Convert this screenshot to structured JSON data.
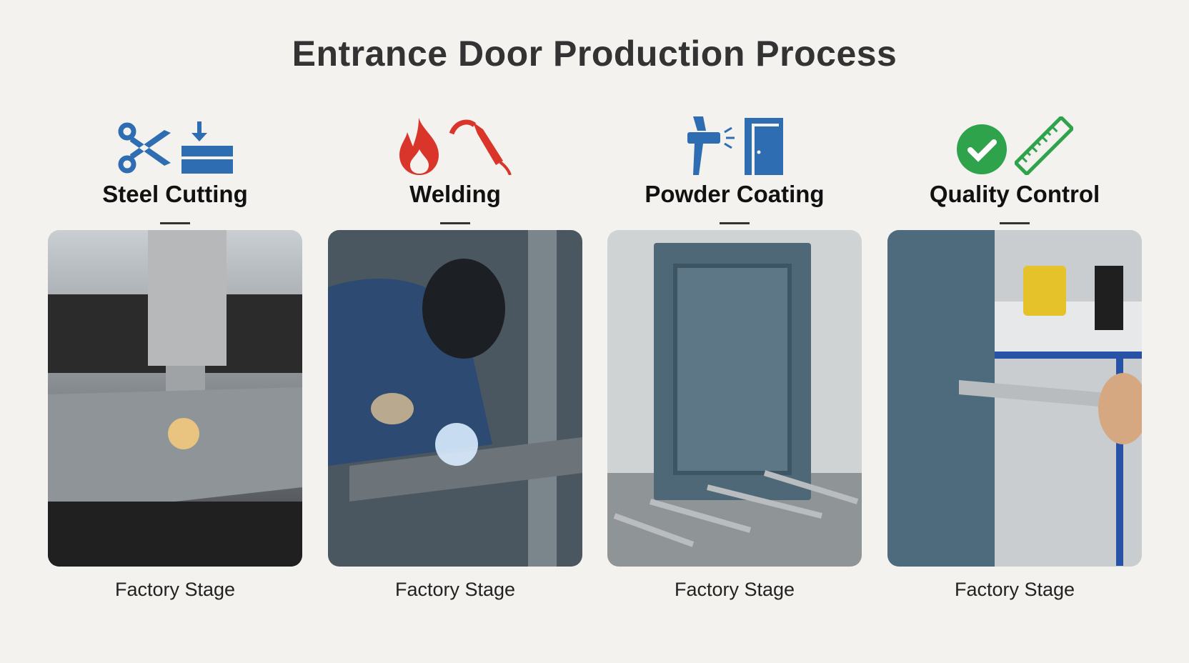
{
  "title": "Entrance Door Production Process",
  "stages": [
    {
      "label": "Steel Cutting",
      "caption": "Factory Stage",
      "icons": [
        "scissors-icon",
        "sheet-press-icon"
      ]
    },
    {
      "label": "Welding",
      "caption": "Factory Stage",
      "icons": [
        "flame-icon",
        "welding-torch-icon"
      ]
    },
    {
      "label": "Powder Coating",
      "caption": "Factory Stage",
      "icons": [
        "spray-gun-icon",
        "door-icon"
      ]
    },
    {
      "label": "Quality Control",
      "caption": "Factory Stage",
      "icons": [
        "check-circle-icon",
        "ruler-icon"
      ]
    }
  ],
  "colors": {
    "blue": "#2f6db3",
    "red": "#d9352b",
    "green": "#2fa24c"
  }
}
